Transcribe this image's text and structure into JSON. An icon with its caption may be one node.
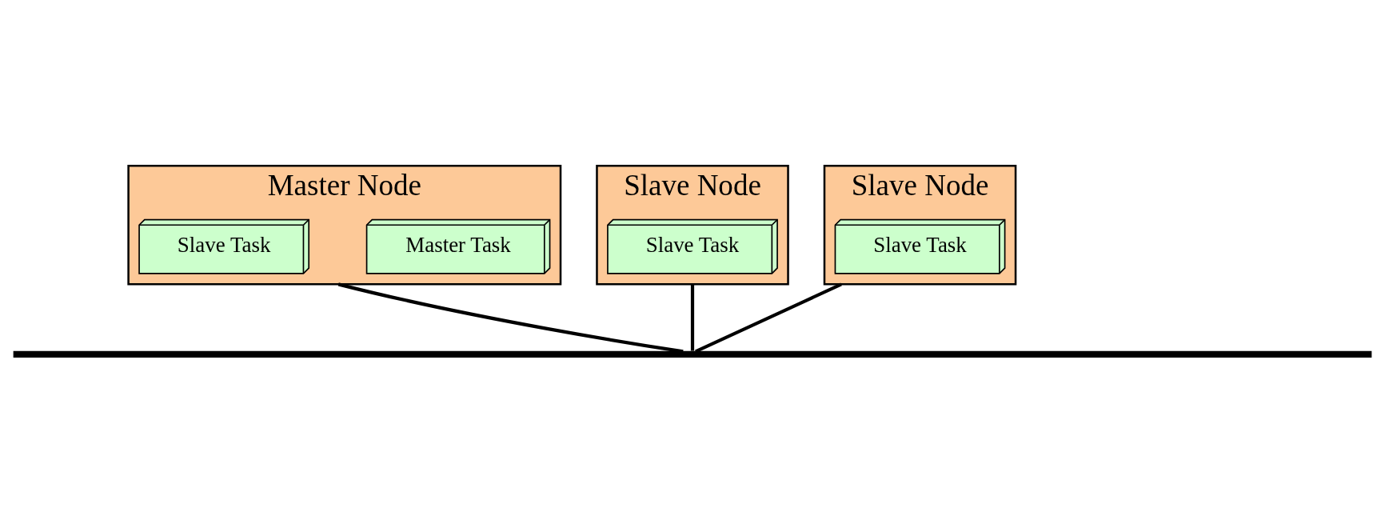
{
  "diagram": {
    "nodes": [
      {
        "text": [
          "Master Node"
        ]
      },
      {
        "text": [
          "Master Task"
        ],
        "in": 0
      },
      {
        "text": [
          "Slave Task"
        ],
        "in": 0
      },
      {
        "text": [
          "Slave Node"
        ]
      },
      {
        "text": [
          "Slave Task"
        ],
        "in": 3
      },
      {
        "text": [
          "Slave Node"
        ]
      },
      {
        "text": [
          "Slave Task"
        ],
        "in": 5
      },
      {
        "text": [],
        "shape": "bar"
      }
    ],
    "edges": [
      {
        "from": 0,
        "to": 7,
        "arrow": "none"
      },
      {
        "from": 3,
        "to": 7,
        "arrow": "none"
      },
      {
        "from": 5,
        "to": 7,
        "arrow": "none"
      }
    ]
  }
}
